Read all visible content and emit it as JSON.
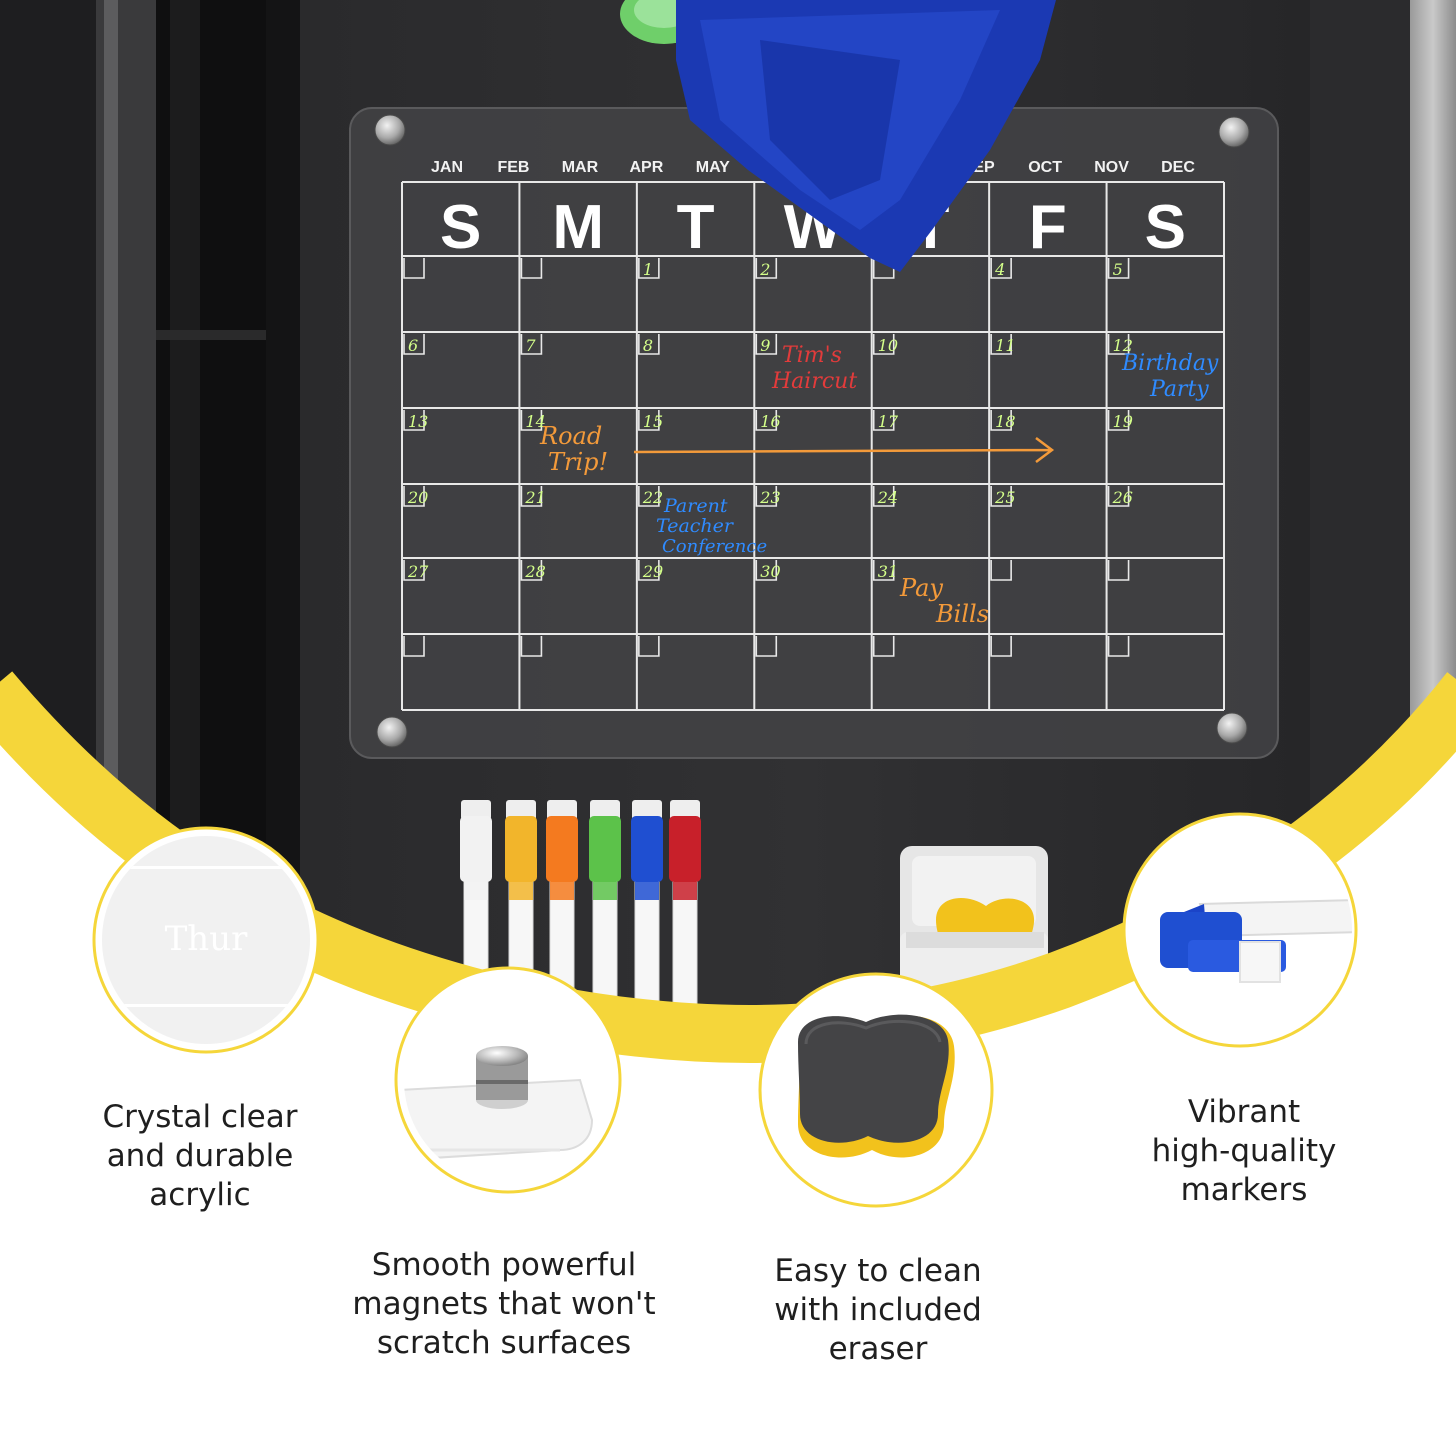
{
  "calendar": {
    "months": [
      "JAN",
      "FEB",
      "MAR",
      "APR",
      "MAY",
      "",
      "",
      "",
      "SEP",
      "OCT",
      "NOV",
      "DEC"
    ],
    "weekdays": [
      "S",
      "M",
      "T",
      "W",
      "T",
      "F",
      "S"
    ],
    "dates": [
      [
        "",
        "",
        "1",
        "2",
        "",
        "4",
        "5"
      ],
      [
        "6",
        "7",
        "8",
        "9",
        "10",
        "11",
        "12"
      ],
      [
        "13",
        "14",
        "15",
        "16",
        "17",
        "18",
        "19"
      ],
      [
        "20",
        "21",
        "22",
        "23",
        "24",
        "25",
        "26"
      ],
      [
        "27",
        "28",
        "29",
        "30",
        "31",
        "",
        ""
      ],
      [
        "",
        "",
        "",
        "",
        "",
        "",
        ""
      ]
    ],
    "notes": {
      "tims_haircut": [
        "Tim's",
        "Haircut"
      ],
      "birthday_party": [
        "Birthday",
        "Party"
      ],
      "road_trip": [
        "Road",
        "Trip!"
      ],
      "parent_teacher": [
        "Parent",
        "Teacher",
        "Conference"
      ],
      "pay_bills": [
        "Pay",
        "Bills"
      ]
    },
    "colors": {
      "date_numbers": "#d4ff8a",
      "red_note": "#e23b3b",
      "blue_note": "#2f8bff",
      "orange_note": "#f39a3a"
    }
  },
  "markers": {
    "cap_colors": [
      "#f2f2f2",
      "#f2b52b",
      "#f47a1f",
      "#5cc24a",
      "#1f4fd1",
      "#c8202a"
    ]
  },
  "accent_color": "#f5d63a",
  "features": {
    "acrylic": {
      "inset_text": "Thur",
      "caption": [
        "Crystal clear",
        "and durable",
        "acrylic"
      ]
    },
    "magnets": {
      "caption": [
        "Smooth powerful",
        "magnets that won't",
        "scratch surfaces"
      ]
    },
    "eraser": {
      "caption": [
        "Easy to clean",
        "with included",
        "eraser"
      ]
    },
    "markers": {
      "caption": [
        "Vibrant",
        "high-quality",
        "markers"
      ]
    }
  }
}
